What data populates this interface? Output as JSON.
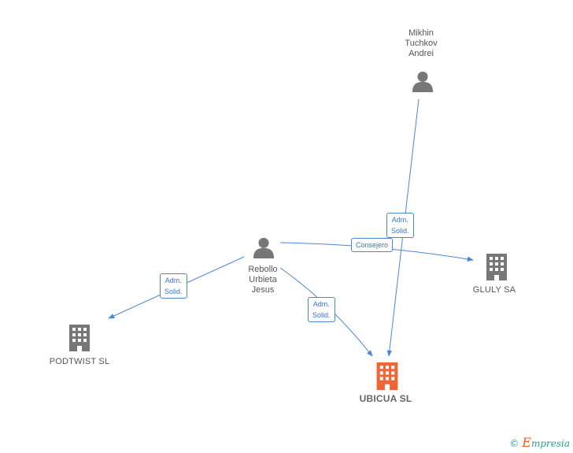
{
  "colors": {
    "edge": "#4a86d6",
    "person_icon": "#777777",
    "company_icon": "#777777",
    "main_company_icon": "#ef6534"
  },
  "persons": [
    {
      "id": "mikhin",
      "label": "Mikhin\nTuchkov\nAndrei",
      "icon": "person-icon"
    },
    {
      "id": "rebollo",
      "label": "Rebollo\nUrbieta\nJesus",
      "icon": "person-icon"
    }
  ],
  "companies": [
    {
      "id": "gluly",
      "label": "GLULY SA",
      "icon": "building-icon"
    },
    {
      "id": "podtwist",
      "label": "PODTWIST SL",
      "icon": "building-icon"
    },
    {
      "id": "ubicua",
      "label": "UBICUA SL",
      "icon": "building-icon",
      "main": true
    }
  ],
  "edges": [
    {
      "from": "mikhin",
      "to": "ubicua",
      "label": "Adm.\nSolid."
    },
    {
      "from": "rebollo",
      "to": "gluly",
      "label": "Consejero"
    },
    {
      "from": "rebollo",
      "to": "podtwist",
      "label": "Adm.\nSolid."
    },
    {
      "from": "rebollo",
      "to": "ubicua",
      "label": "Adm.\nSolid."
    }
  ],
  "brand": {
    "symbol": "©",
    "initial": "E",
    "rest": "mpresia"
  }
}
